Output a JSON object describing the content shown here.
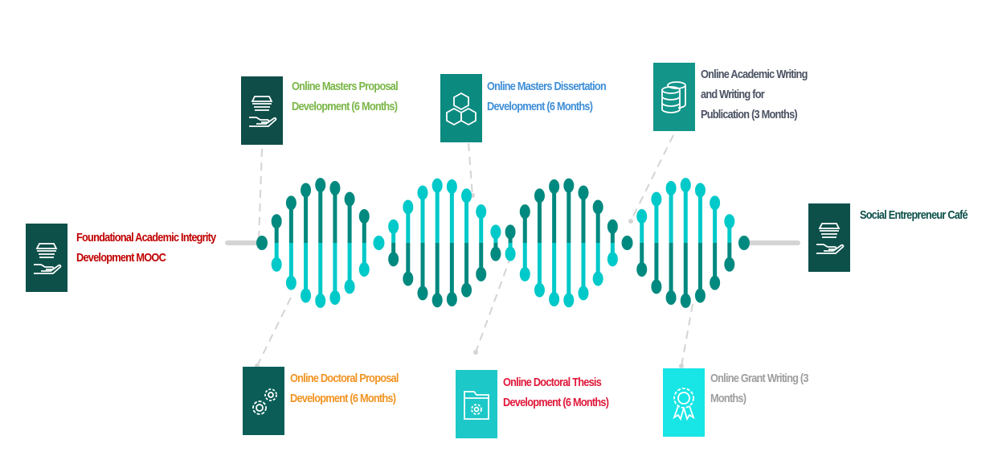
{
  "colors": {
    "dark": "#0d504a",
    "teal": "#00897f",
    "cyan": "#00c9c9",
    "connector": "#d4d4d4"
  },
  "nodes": [
    {
      "id": "foundational",
      "lines": [
        "Foundational Academic Integrity",
        "Development MOOC"
      ],
      "text_color": "#c00000",
      "box_color": "#0d504a",
      "icon": "hand-stack-icon"
    },
    {
      "id": "masters-proposal",
      "lines": [
        "Online Masters Proposal",
        "Development (6 Months)"
      ],
      "text_color": "#7ab648",
      "box_color": "#0e4d48",
      "icon": "hand-stack-icon"
    },
    {
      "id": "masters-dissertation",
      "lines": [
        "Online Masters Dissertation",
        "Development (6 Months)"
      ],
      "text_color": "#3f8fd8",
      "box_color": "#0b8a80",
      "icon": "cubes-icon"
    },
    {
      "id": "academic-writing",
      "lines": [
        "Online Academic Writing",
        "and Writing for",
        "Publication (3 Months)"
      ],
      "text_color": "#4a5263",
      "box_color": "#13958a",
      "icon": "database-icon"
    },
    {
      "id": "social-cafe",
      "lines": [
        "Social Entrepreneur Café"
      ],
      "text_color": "#0d504a",
      "box_color": "#0d504a",
      "icon": "hand-stack-icon"
    },
    {
      "id": "doctoral-proposal",
      "lines": [
        "Online Doctoral Proposal",
        "Development (6 Months)"
      ],
      "text_color": "#f29423",
      "box_color": "#0b5e58",
      "icon": "gears-icon"
    },
    {
      "id": "doctoral-thesis",
      "lines": [
        "Online Doctoral Thesis",
        "Development (6 Months)"
      ],
      "text_color": "#e0193b",
      "box_color": "#1cc8c8",
      "icon": "folder-gear-icon"
    },
    {
      "id": "grant-writing",
      "lines": [
        "Online Grant Writing (3",
        "Months)"
      ],
      "text_color": "#9e9e9e",
      "box_color": "#18e5e5",
      "icon": "award-icon"
    }
  ]
}
